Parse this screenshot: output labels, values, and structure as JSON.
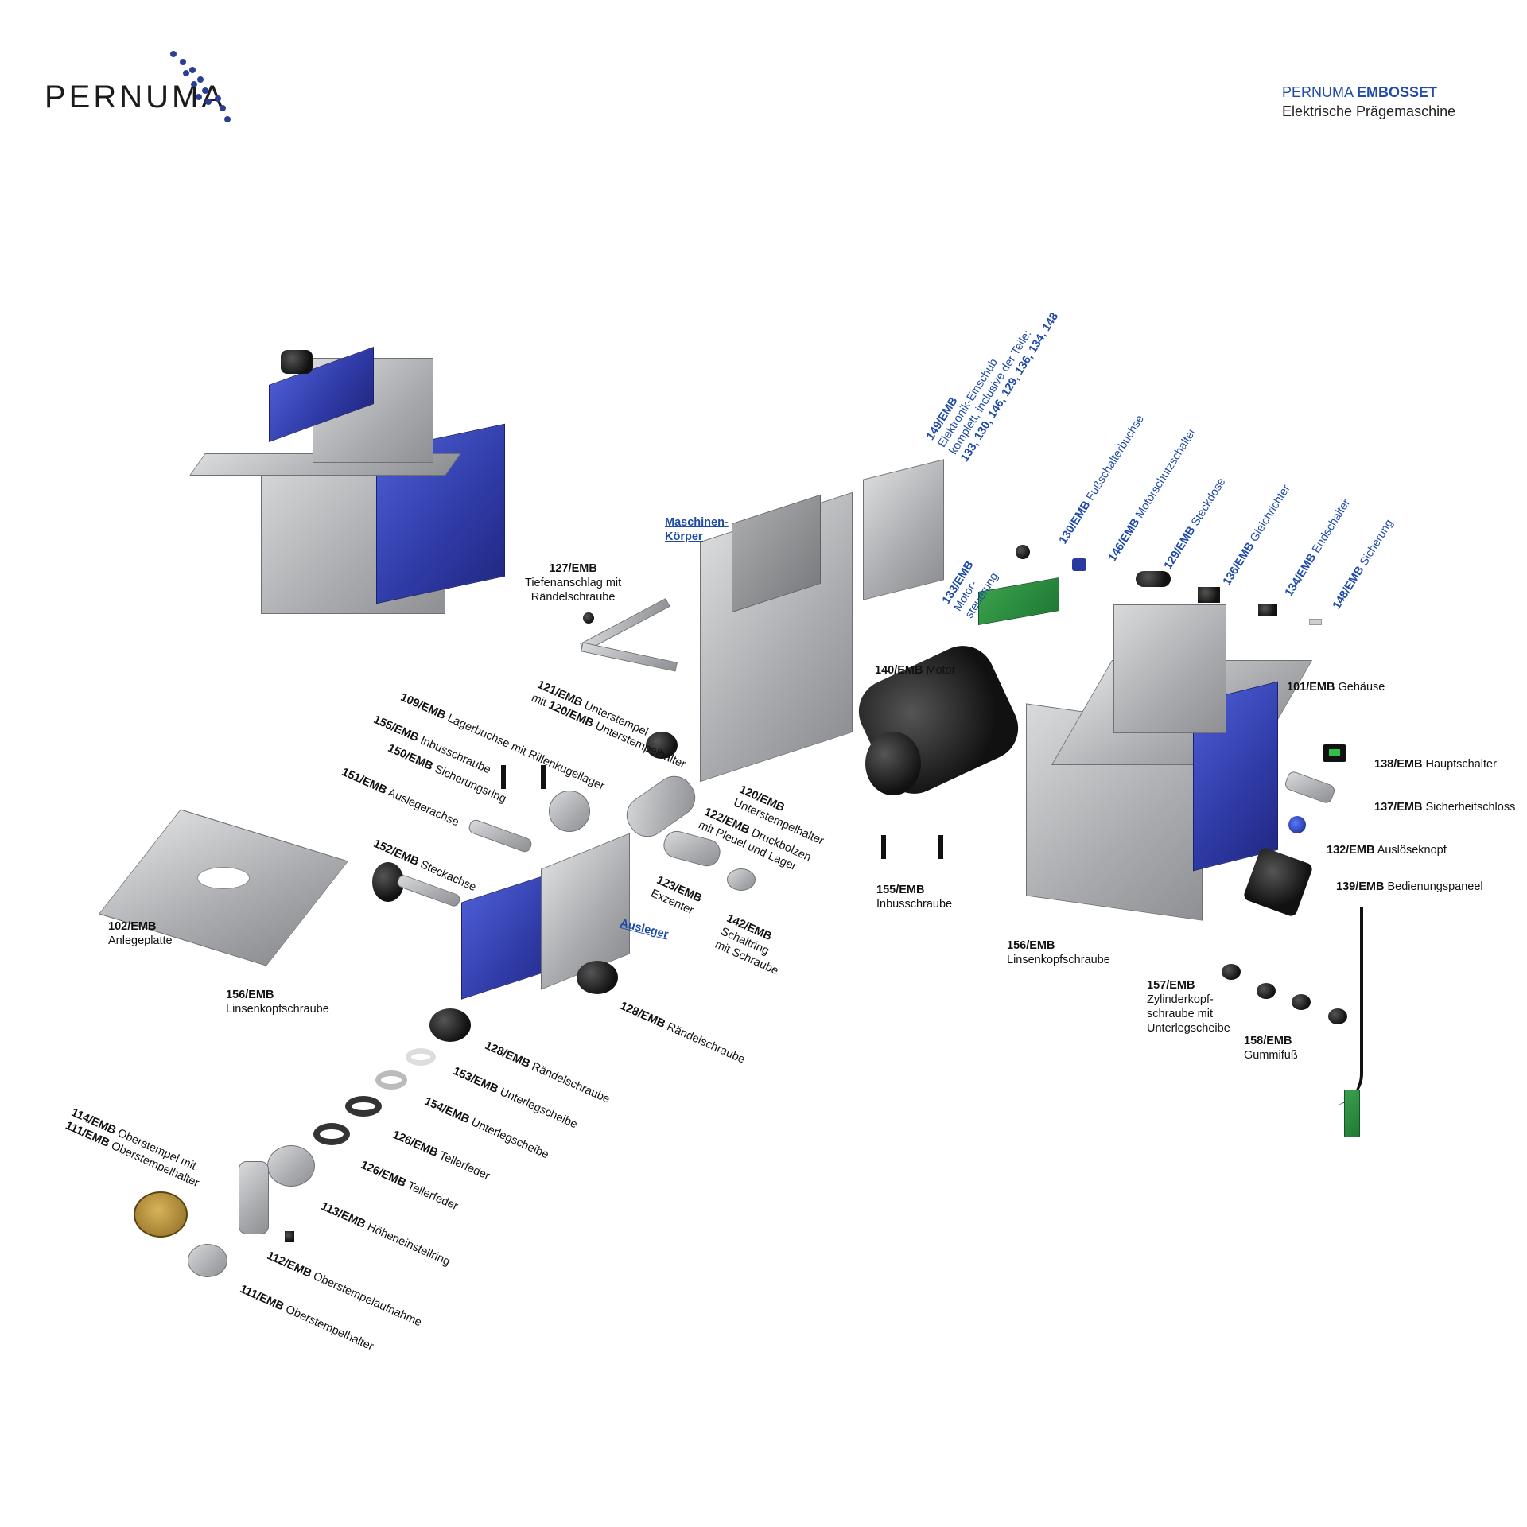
{
  "brand": {
    "logo": "PERNUMA",
    "title_prefix": "PERNUMA",
    "title_bold": "EMBOSSET",
    "subtitle": "Elektrische Prägemaschine"
  },
  "labels": {
    "l149_num": "149/EMB",
    "l149_l1": "Elektronik-Einschub",
    "l149_l2": "komplett, inclusive der Teile:",
    "l149_l3": "133, 130, 146, 129, 136, 134, 148",
    "l130_num": "130/EMB",
    "l130_txt": "Fußschalterbuchse",
    "l146_num": "146/EMB",
    "l146_txt": "Motorschutzschalter",
    "l129_num": "129/EMB",
    "l129_txt": "Steckdose",
    "l136_num": "136/EMB",
    "l136_txt": "Gleichrichter",
    "l134_num": "134/EMB",
    "l134_txt": "Endschalter",
    "l148_num": "148/EMB",
    "l148_txt": "Sicherung",
    "l133_num": "133/EMB",
    "l133_l1": "Motor-",
    "l133_l2": "steuerung",
    "maschinen_l1": "Maschinen-",
    "maschinen_l2": "Körper",
    "l127_num": "127/EMB",
    "l127_l1": "Tiefenanschlag mit",
    "l127_l2": "Rändelschraube",
    "l140_num": "140/EMB",
    "l140_txt": "Motor",
    "l101_num": "101/EMB",
    "l101_txt": "Gehäuse",
    "l121_num": "121/EMB",
    "l121_txt": "Unterstempel",
    "l121_mit": "mit",
    "l120b_num": "120/EMB",
    "l120b_txt": "Unterstempelhalter",
    "l109_num": "109/EMB",
    "l109_txt": "Lagerbuchse mit Rillenkugellager",
    "l155a_num": "155/EMB",
    "l155a_txt": "Inbusschraube",
    "l150_num": "150/EMB",
    "l150_txt": "Sicherungsring",
    "l151_num": "151/EMB",
    "l151_txt": "Auslegerachse",
    "l152_num": "152/EMB",
    "l152_txt": "Steckachse",
    "l120_num": "120/EMB",
    "l120_txt": "Unterstempelhalter",
    "l122_num": "122/EMB",
    "l122_l1": "Druckbolzen",
    "l122_l2": "mit Pleuel und Lager",
    "l123_num": "123/EMB",
    "l123_txt": "Exzenter",
    "l142_num": "142/EMB",
    "l142_l1": "Schaltring",
    "l142_l2": "mit Schraube",
    "ausleger": "Ausleger",
    "l155b_num": "155/EMB",
    "l155b_txt": "Inbusschraube",
    "l138_num": "138/EMB",
    "l138_txt": "Hauptschalter",
    "l137_num": "137/EMB",
    "l137_txt": "Sicherheitschloss",
    "l132_num": "132/EMB",
    "l132_txt": "Auslöseknopf",
    "l139_num": "139/EMB",
    "l139_txt": "Bedienungspaneel",
    "l102_num": "102/EMB",
    "l102_txt": "Anlegeplatte",
    "l156a_num": "156/EMB",
    "l156a_txt": "Linsenkopfschraube",
    "l156b_num": "156/EMB",
    "l156b_txt": "Linsenkopfschraube",
    "l157_num": "157/EMB",
    "l157_l1": "Zylinderkopf-",
    "l157_l2": "schraube mit",
    "l157_l3": "Unterlegscheibe",
    "l158_num": "158/EMB",
    "l158_txt": "Gummifuß",
    "l128a_num": "128/EMB",
    "l128a_txt": "Rändelschraube",
    "l128b_num": "128/EMB",
    "l128b_txt": "Rändelschraube",
    "l153_num": "153/EMB",
    "l153_txt": "Unterlegscheibe",
    "l154_num": "154/EMB",
    "l154_txt": "Unterlegscheibe",
    "l126a_num": "126/EMB",
    "l126a_txt": "Tellerfeder",
    "l126b_num": "126/EMB",
    "l126b_txt": "Tellerfeder",
    "l113_num": "113/EMB",
    "l113_txt": "Höheneinstellring",
    "l112_num": "112/EMB",
    "l112_txt": "Oberstempelaufnahme",
    "l111a_num": "111/EMB",
    "l111a_txt": "Oberstempelhalter",
    "l114_num": "114/EMB",
    "l114_txt": "Oberstempel mit",
    "l111b_num": "111/EMB",
    "l111b_txt": "Oberstempelhalter"
  },
  "colors": {
    "brand_blue": "#1f4ba8",
    "part_blue": "#2f3aa6",
    "metal_grey": "#a9abae"
  }
}
